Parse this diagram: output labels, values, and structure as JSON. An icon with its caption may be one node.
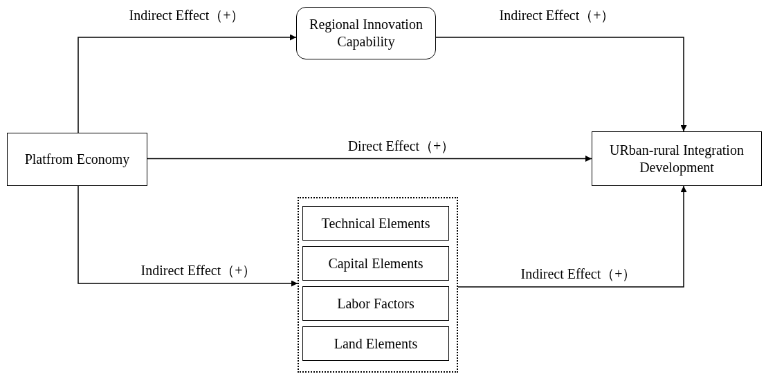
{
  "diagram": {
    "nodes": [
      {
        "text": [
          "Platfrom Economy"
        ]
      },
      {
        "text": [
          "Regional Innovation Capability"
        ]
      },
      {
        "text": [
          "URban-rural Integration Development"
        ]
      },
      {
        "text": [],
        "shape": "box"
      },
      {
        "text": [
          "Technical Elements"
        ],
        "in": 3
      },
      {
        "text": [
          "Capital Elements"
        ],
        "in": 3
      },
      {
        "text": [
          "Labor Factors"
        ],
        "in": 3
      },
      {
        "text": [
          "Land Elements"
        ],
        "in": 3
      }
    ],
    "edges": [
      {
        "from": 0,
        "to": 1,
        "arrow": "to",
        "label": "Indirect Effect（+）"
      },
      {
        "from": 1,
        "to": 2,
        "arrow": "to",
        "label": "Indirect Effect（+）"
      },
      {
        "from": 0,
        "to": 2,
        "arrow": "to",
        "label": "Direct Effect（+）"
      },
      {
        "from": 0,
        "to": 3,
        "arrow": "to",
        "label": "Indirect Effect（+）"
      },
      {
        "from": 3,
        "to": 2,
        "arrow": "to",
        "label": "Indirect Effect（+）"
      }
    ]
  }
}
